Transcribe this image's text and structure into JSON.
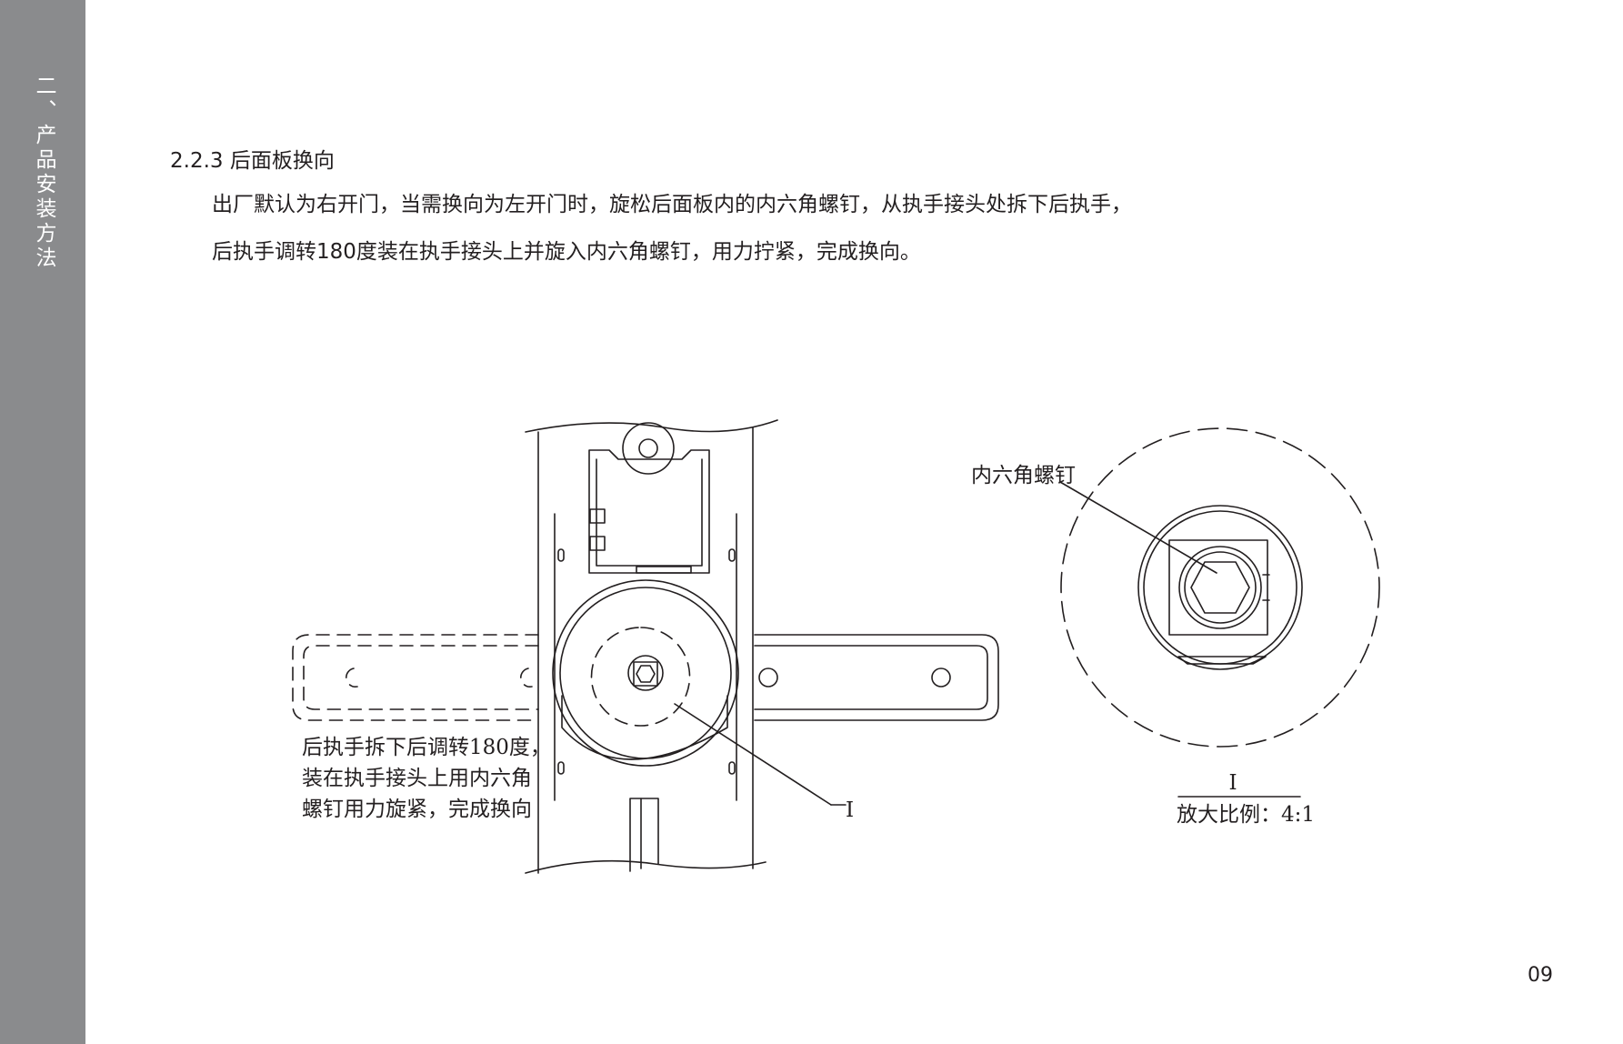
{
  "sidebar": {
    "chapter": "二、产品安装方法"
  },
  "section": {
    "title": "2.2.3 后面板换向",
    "paragraph_line1": "出厂默认为右开门，当需换向为左开门时，旋松后面板内的内六角螺钉，从执手接头处拆下后执手，",
    "paragraph_line2": "后执手调转180度装在执手接头上并旋入内六角螺钉，用力拧紧，完成换向。"
  },
  "diagram": {
    "note_line1": "后执手拆下后调转180度，",
    "note_line2": "装在执手接头上用内六角",
    "note_line3": "螺钉用力旋紧，完成换向",
    "detail_marker": "I",
    "screw_label": "内六角螺钉",
    "detail_title": "I",
    "detail_scale": "放大比例：4:1"
  },
  "page": {
    "number": "09"
  },
  "colors": {
    "sidebar": "#8a8b8d",
    "line": "#231f20"
  }
}
